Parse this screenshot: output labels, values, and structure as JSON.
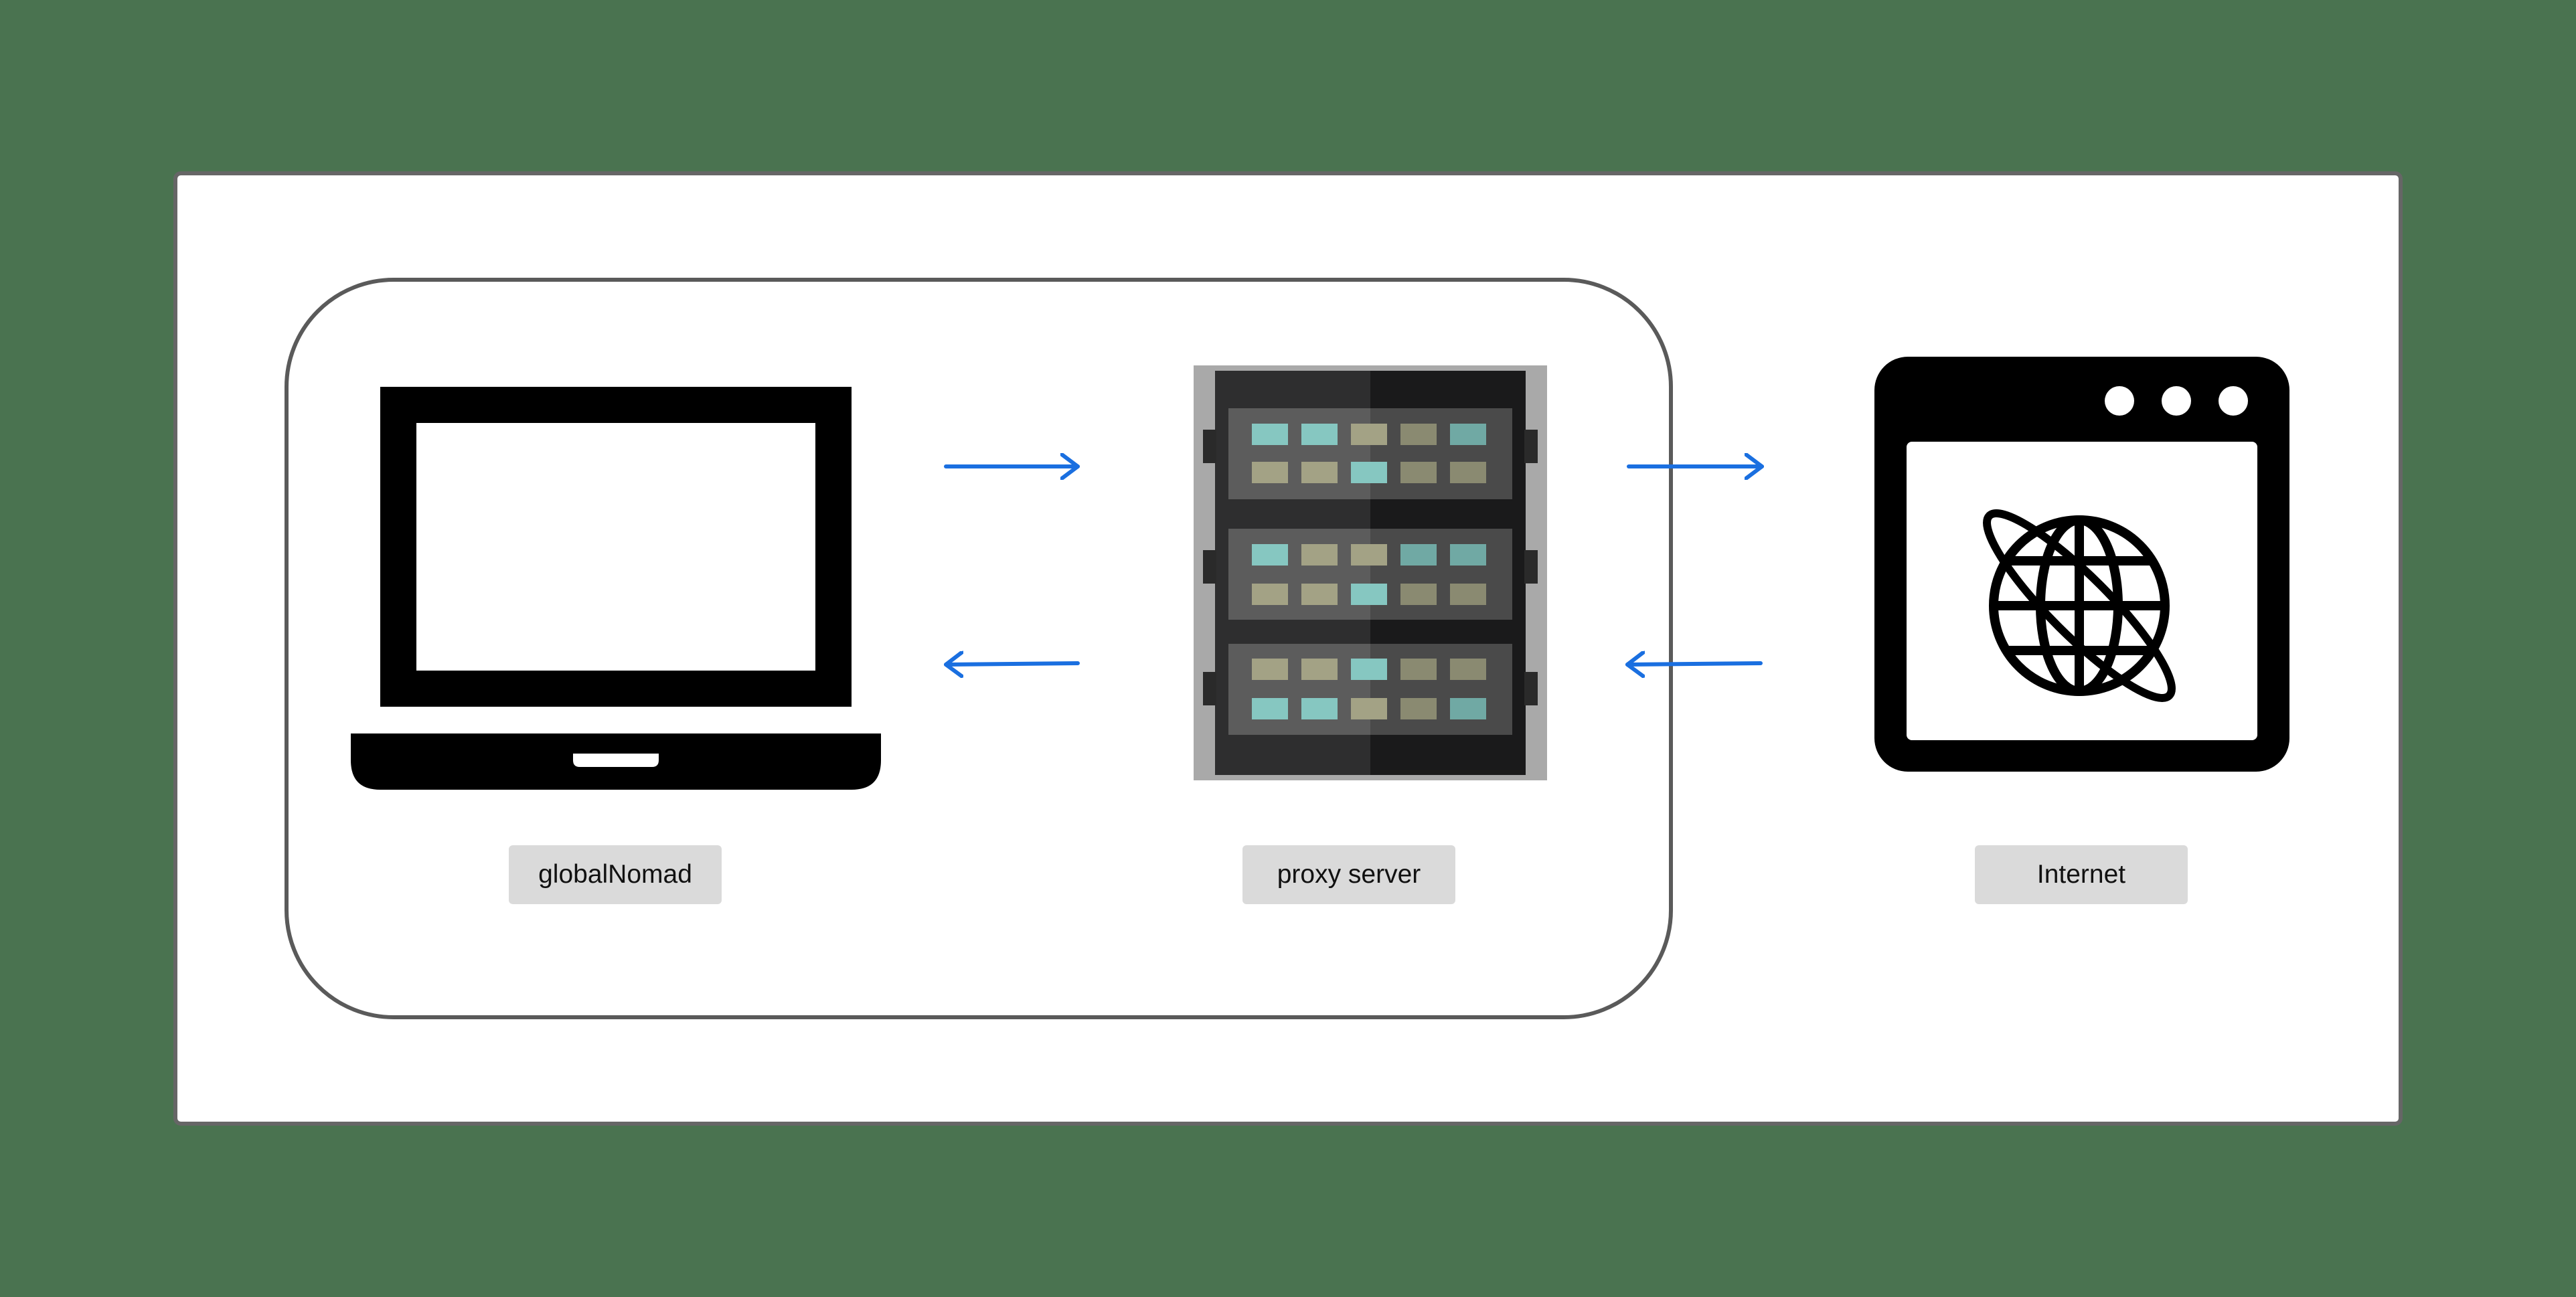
{
  "diagram": {
    "nodes": [
      {
        "id": "client",
        "label": "globalNomad",
        "icon": "laptop-icon"
      },
      {
        "id": "proxy",
        "label": "proxy server",
        "icon": "server-rack-icon"
      },
      {
        "id": "internet",
        "label": "Internet",
        "icon": "browser-globe-icon"
      }
    ],
    "edges": [
      {
        "from": "client",
        "to": "proxy"
      },
      {
        "from": "proxy",
        "to": "client"
      },
      {
        "from": "proxy",
        "to": "internet"
      },
      {
        "from": "internet",
        "to": "proxy"
      }
    ],
    "groups": [
      {
        "members": [
          "client",
          "proxy"
        ]
      }
    ]
  },
  "colors": {
    "background": "#4a7350",
    "canvas": "#ffffff",
    "frame_border": "#666666",
    "arrow": "#1a6fe0",
    "label_bg": "#dadada",
    "icon": "#000000"
  }
}
